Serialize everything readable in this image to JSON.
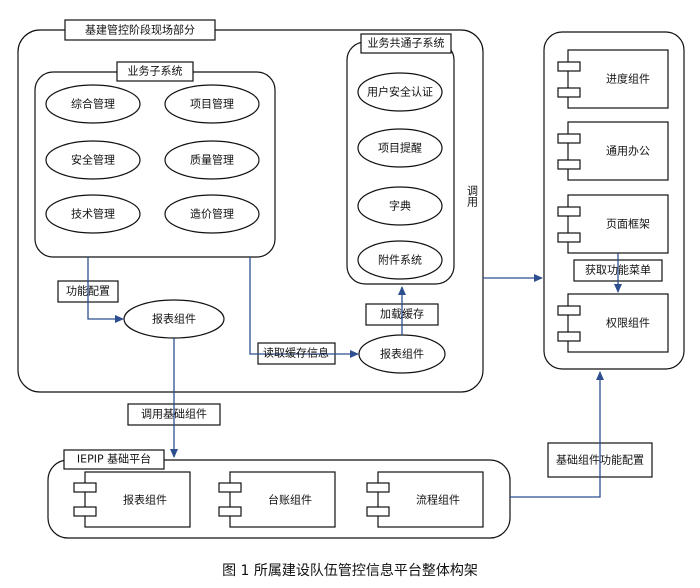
{
  "diagram": {
    "title": "基建管控阶段现场部分",
    "business_subsystem": {
      "title": "业务子系统",
      "modules": [
        "综合管理",
        "项目管理",
        "安全管理",
        "质量管理",
        "技术管理",
        "造价管理"
      ]
    },
    "common_subsystem": {
      "title": "业务共通子系统",
      "modules": [
        "用户安全认证",
        "项目提醒",
        "字典",
        "附件系统"
      ]
    },
    "call_label": "调用",
    "right_components": {
      "progress": "进度组件",
      "office": "通用办公",
      "page_frame": "页面框架",
      "permission": "权限组件",
      "get_menu": "获取功能菜单"
    },
    "flow": {
      "function_config": "功能配置",
      "report_component_1": "报表组件",
      "read_cache": "读取缓存信息",
      "report_component_2": "报表组件",
      "load_cache": "加载缓存",
      "call_base": "调用基础组件",
      "base_config": "基础组件功能配置"
    },
    "platform": {
      "title": "IEPIP 基础平台",
      "components": [
        "报表组件",
        "台账组件",
        "流程组件"
      ]
    },
    "caption": "图 1 所属建设队伍管控信息平台整体构架"
  },
  "colors": {
    "line": "#111111",
    "arrow": "#2e4f8f"
  }
}
